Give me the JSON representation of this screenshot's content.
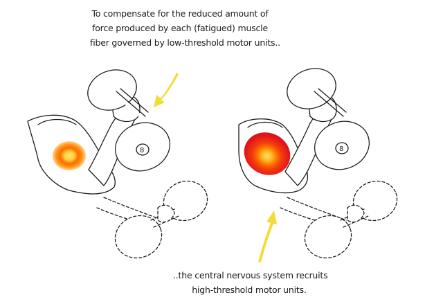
{
  "caption_top": {
    "line1": "To compensate for the reduced amount of",
    "line2": "force produced by each (fatigued) muscle",
    "line3": "fiber governed by low-threshold motor units.."
  },
  "caption_bottom": {
    "line1": "..the central nervous system recruits",
    "line2": "high-threshold motor units."
  },
  "dumbbell_label": "8",
  "colors": {
    "arrow": "#f2dc3a",
    "low_activation_outer": "#ff9a1a",
    "low_activation_core": "#ff5a00",
    "high_activation_outer": "#e4141a",
    "high_activation_core": "#ff8c00",
    "ink": "#1a1a1a"
  }
}
